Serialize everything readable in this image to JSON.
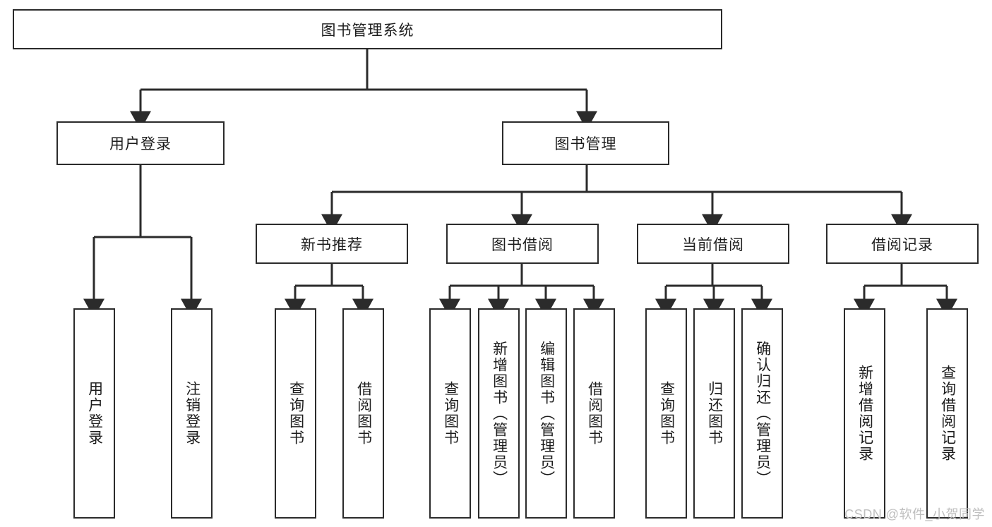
{
  "diagram": {
    "title": "图书管理系统",
    "type": "tree",
    "watermark": "CSDN @软件_小贺同学",
    "colors": {
      "box_border": "#2b2b2b",
      "box_fill": "#ffffff",
      "edge": "#2b2b2b",
      "text": "#1d1d1d",
      "watermark": "#bfbfbf",
      "background": "#ffffff"
    },
    "root": {
      "id": "root",
      "label": "图书管理系统",
      "orientation": "horizontal"
    },
    "level1": [
      {
        "id": "user-login",
        "label": "用户登录",
        "orientation": "horizontal"
      },
      {
        "id": "book-manage",
        "label": "图书管理",
        "orientation": "horizontal"
      }
    ],
    "level2": [
      {
        "id": "new-book-recommend",
        "label": "新书推荐",
        "parent": "book-manage",
        "orientation": "horizontal"
      },
      {
        "id": "book-borrow",
        "label": "图书借阅",
        "parent": "book-manage",
        "orientation": "horizontal"
      },
      {
        "id": "current-borrow",
        "label": "当前借阅",
        "parent": "book-manage",
        "orientation": "horizontal"
      },
      {
        "id": "borrow-record",
        "label": "借阅记录",
        "parent": "book-manage",
        "orientation": "horizontal"
      }
    ],
    "leaves": [
      {
        "id": "leaf-user-login",
        "label": "用户登录",
        "parent": "user-login",
        "orientation": "vertical"
      },
      {
        "id": "leaf-user-logout",
        "label": "注销登录",
        "parent": "user-login",
        "orientation": "vertical"
      },
      {
        "id": "leaf-query-book-1",
        "label": "查询图书",
        "parent": "new-book-recommend",
        "orientation": "vertical"
      },
      {
        "id": "leaf-borrow-book-1",
        "label": "借阅图书",
        "parent": "new-book-recommend",
        "orientation": "vertical"
      },
      {
        "id": "leaf-query-book-2",
        "label": "查询图书",
        "parent": "book-borrow",
        "orientation": "vertical"
      },
      {
        "id": "leaf-add-book",
        "label": "新增图书（管理员）",
        "parent": "book-borrow",
        "orientation": "vertical"
      },
      {
        "id": "leaf-edit-book",
        "label": "编辑图书（管理员）",
        "parent": "book-borrow",
        "orientation": "vertical"
      },
      {
        "id": "leaf-borrow-book-2",
        "label": "借阅图书",
        "parent": "book-borrow",
        "orientation": "vertical"
      },
      {
        "id": "leaf-query-book-3",
        "label": "查询图书",
        "parent": "current-borrow",
        "orientation": "vertical"
      },
      {
        "id": "leaf-return-book",
        "label": "归还图书",
        "parent": "current-borrow",
        "orientation": "vertical"
      },
      {
        "id": "leaf-confirm-return",
        "label": "确认归还（管理员）",
        "parent": "current-borrow",
        "orientation": "vertical"
      },
      {
        "id": "leaf-add-record",
        "label": "新增借阅记录",
        "parent": "borrow-record",
        "orientation": "vertical"
      },
      {
        "id": "leaf-query-record",
        "label": "查询借阅记录",
        "parent": "borrow-record",
        "orientation": "vertical"
      }
    ]
  }
}
